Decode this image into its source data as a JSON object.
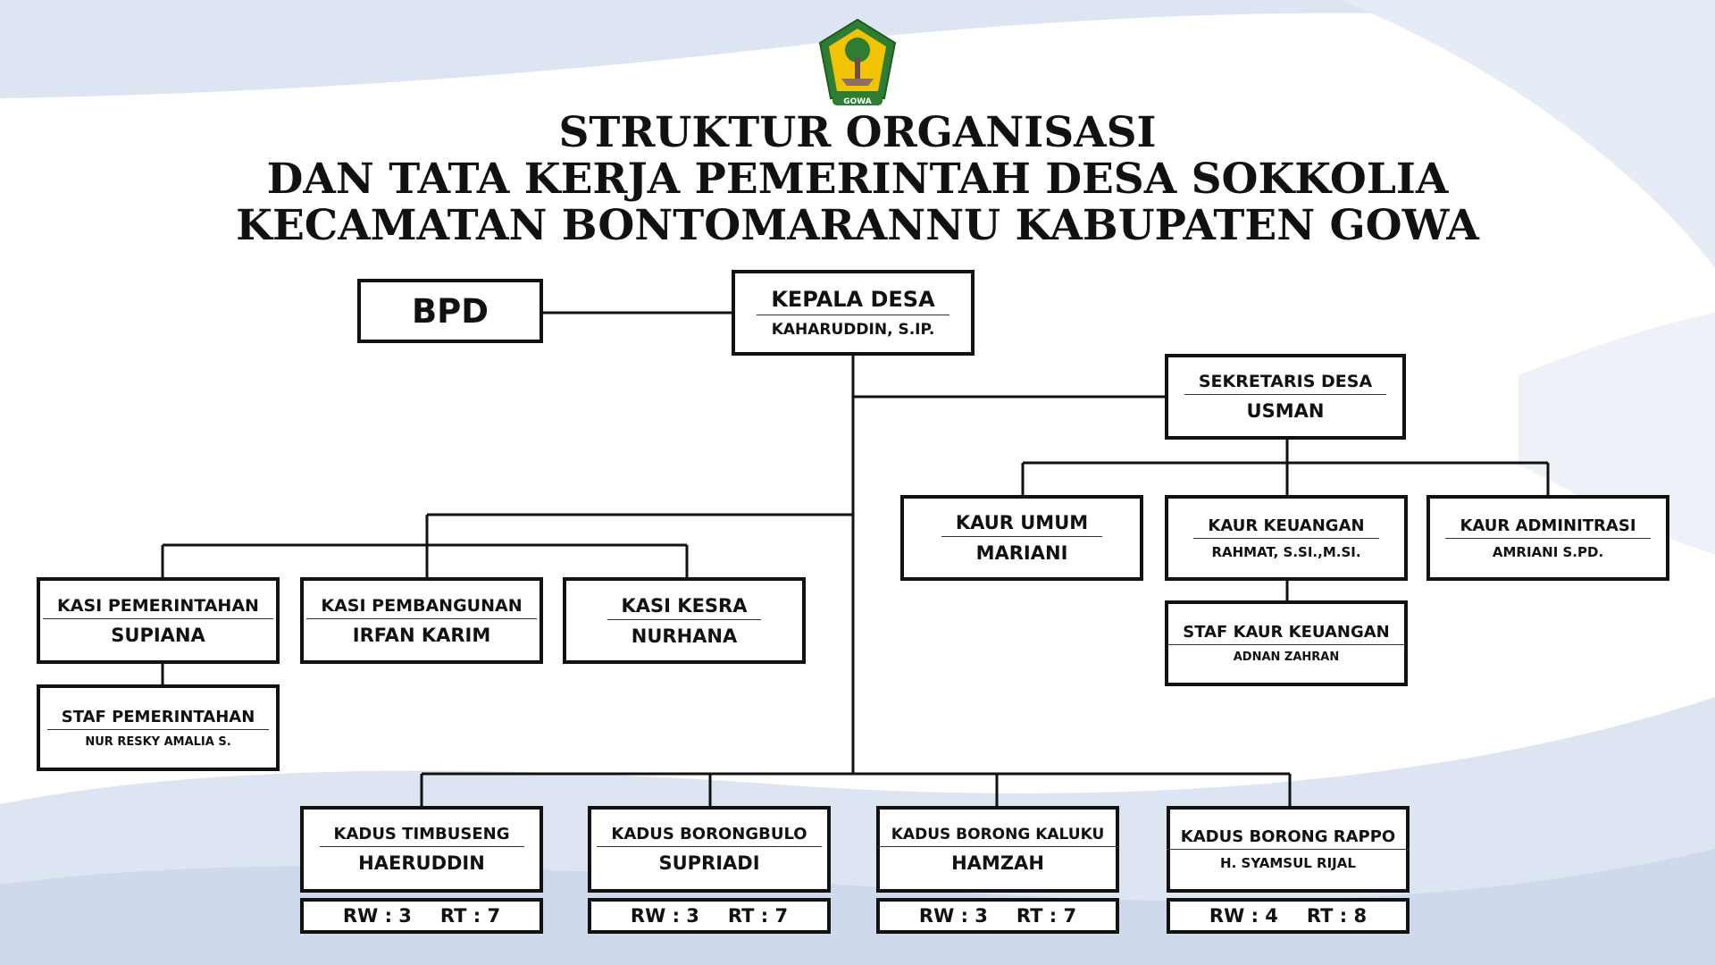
{
  "title": {
    "line1": "STRUKTUR ORGANISASI",
    "line2": "DAN TATA KERJA PEMERINTAH DESA SOKKOLIA",
    "line3": "KECAMATAN BONTOMARANNU KABUPATEN GOWA"
  },
  "colors": {
    "border": "#111111",
    "wave_blue": "#dbe4f2",
    "logo_green": "#2e7d32",
    "logo_gold": "#f2c300"
  },
  "logo": {
    "text": "GOWA"
  },
  "bpd": {
    "label": "BPD"
  },
  "kepala_desa": {
    "role": "KEPALA DESA",
    "name": "KAHARUDDIN, S.IP."
  },
  "sekretaris": {
    "role": "SEKRETARIS DESA",
    "name": "USMAN"
  },
  "kaur": [
    {
      "role": "KAUR UMUM",
      "name": "MARIANI"
    },
    {
      "role": "KAUR KEUANGAN",
      "name": "RAHMAT, S.SI.,M.SI."
    },
    {
      "role": "KAUR ADMINITRASI",
      "name": "AMRIANI S.PD."
    }
  ],
  "staf_kaur_keuangan": {
    "role": "STAF KAUR KEUANGAN",
    "name": "ADNAN ZAHRAN"
  },
  "kasi": [
    {
      "role": "KASI PEMERINTAHAN",
      "name": "SUPIANA"
    },
    {
      "role": "KASI PEMBANGUNAN",
      "name": "IRFAN KARIM"
    },
    {
      "role": "KASI KESRA",
      "name": "NURHANA"
    }
  ],
  "staf_pemerintahan": {
    "role": "STAF PEMERINTAHAN",
    "name": "NUR RESKY AMALIA S."
  },
  "kadus": [
    {
      "role": "KADUS TIMBUSENG",
      "name": "HAERUDDIN",
      "rw": "RW : 3",
      "rt": "RT : 7"
    },
    {
      "role": "KADUS BORONGBULO",
      "name": "SUPRIADI",
      "rw": "RW : 3",
      "rt": "RT : 7"
    },
    {
      "role": "KADUS BORONG KALUKU",
      "name": "HAMZAH",
      "rw": "RW : 3",
      "rt": "RT : 7"
    },
    {
      "role": "KADUS BORONG RAPPO",
      "name": "H. SYAMSUL RIJAL",
      "rw": "RW : 4",
      "rt": "RT : 8"
    }
  ]
}
